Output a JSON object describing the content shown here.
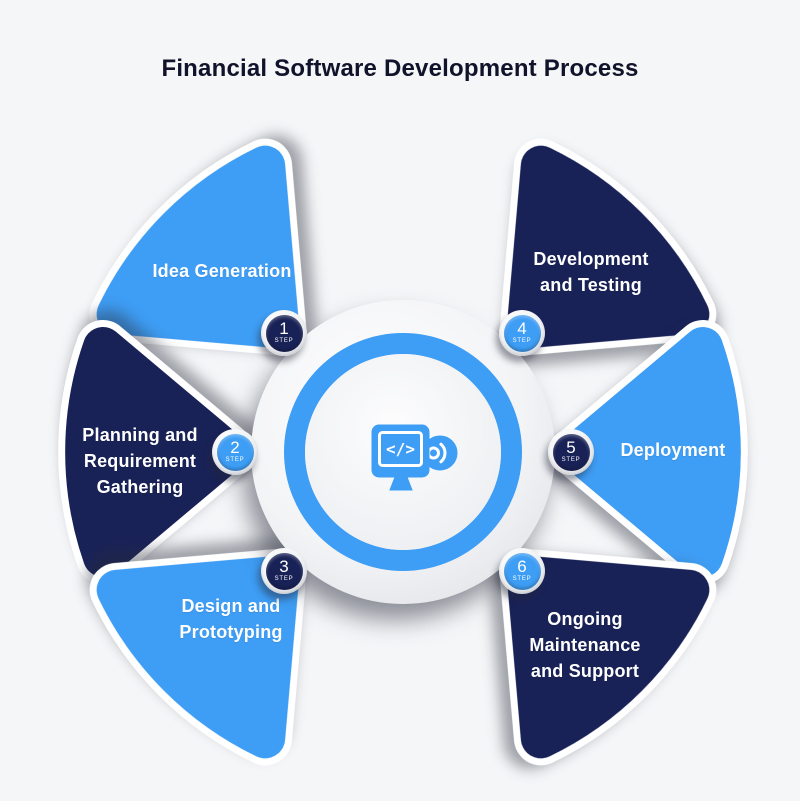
{
  "title": "Financial Software Development Process",
  "step_word": "STEP",
  "center_icon": {
    "name": "software-development-monitor-and-disc",
    "code_glyph": "</>"
  },
  "colors": {
    "light_blue": "#3E9DF4",
    "navy": "#192257",
    "ring_blue": "#3E9DF4",
    "background": "#F5F6F8",
    "title_text": "#10132A",
    "label_text": "#FFFFFF"
  },
  "steps": [
    {
      "number": "1",
      "title": "Idea Generation",
      "petal_color": "#3E9DF4",
      "badge_color": "#192257"
    },
    {
      "number": "2",
      "title": "Planning and\nRequirement\nGathering",
      "petal_color": "#192257",
      "badge_color": "#3E9DF4"
    },
    {
      "number": "3",
      "title": "Design and\nPrototyping",
      "petal_color": "#3E9DF4",
      "badge_color": "#192257"
    },
    {
      "number": "4",
      "title": "Development\nand Testing",
      "petal_color": "#192257",
      "badge_color": "#3E9DF4"
    },
    {
      "number": "5",
      "title": "Deployment",
      "petal_color": "#3E9DF4",
      "badge_color": "#192257"
    },
    {
      "number": "6",
      "title": "Ongoing\nMaintenance\nand Support",
      "petal_color": "#192257",
      "badge_color": "#3E9DF4"
    }
  ]
}
